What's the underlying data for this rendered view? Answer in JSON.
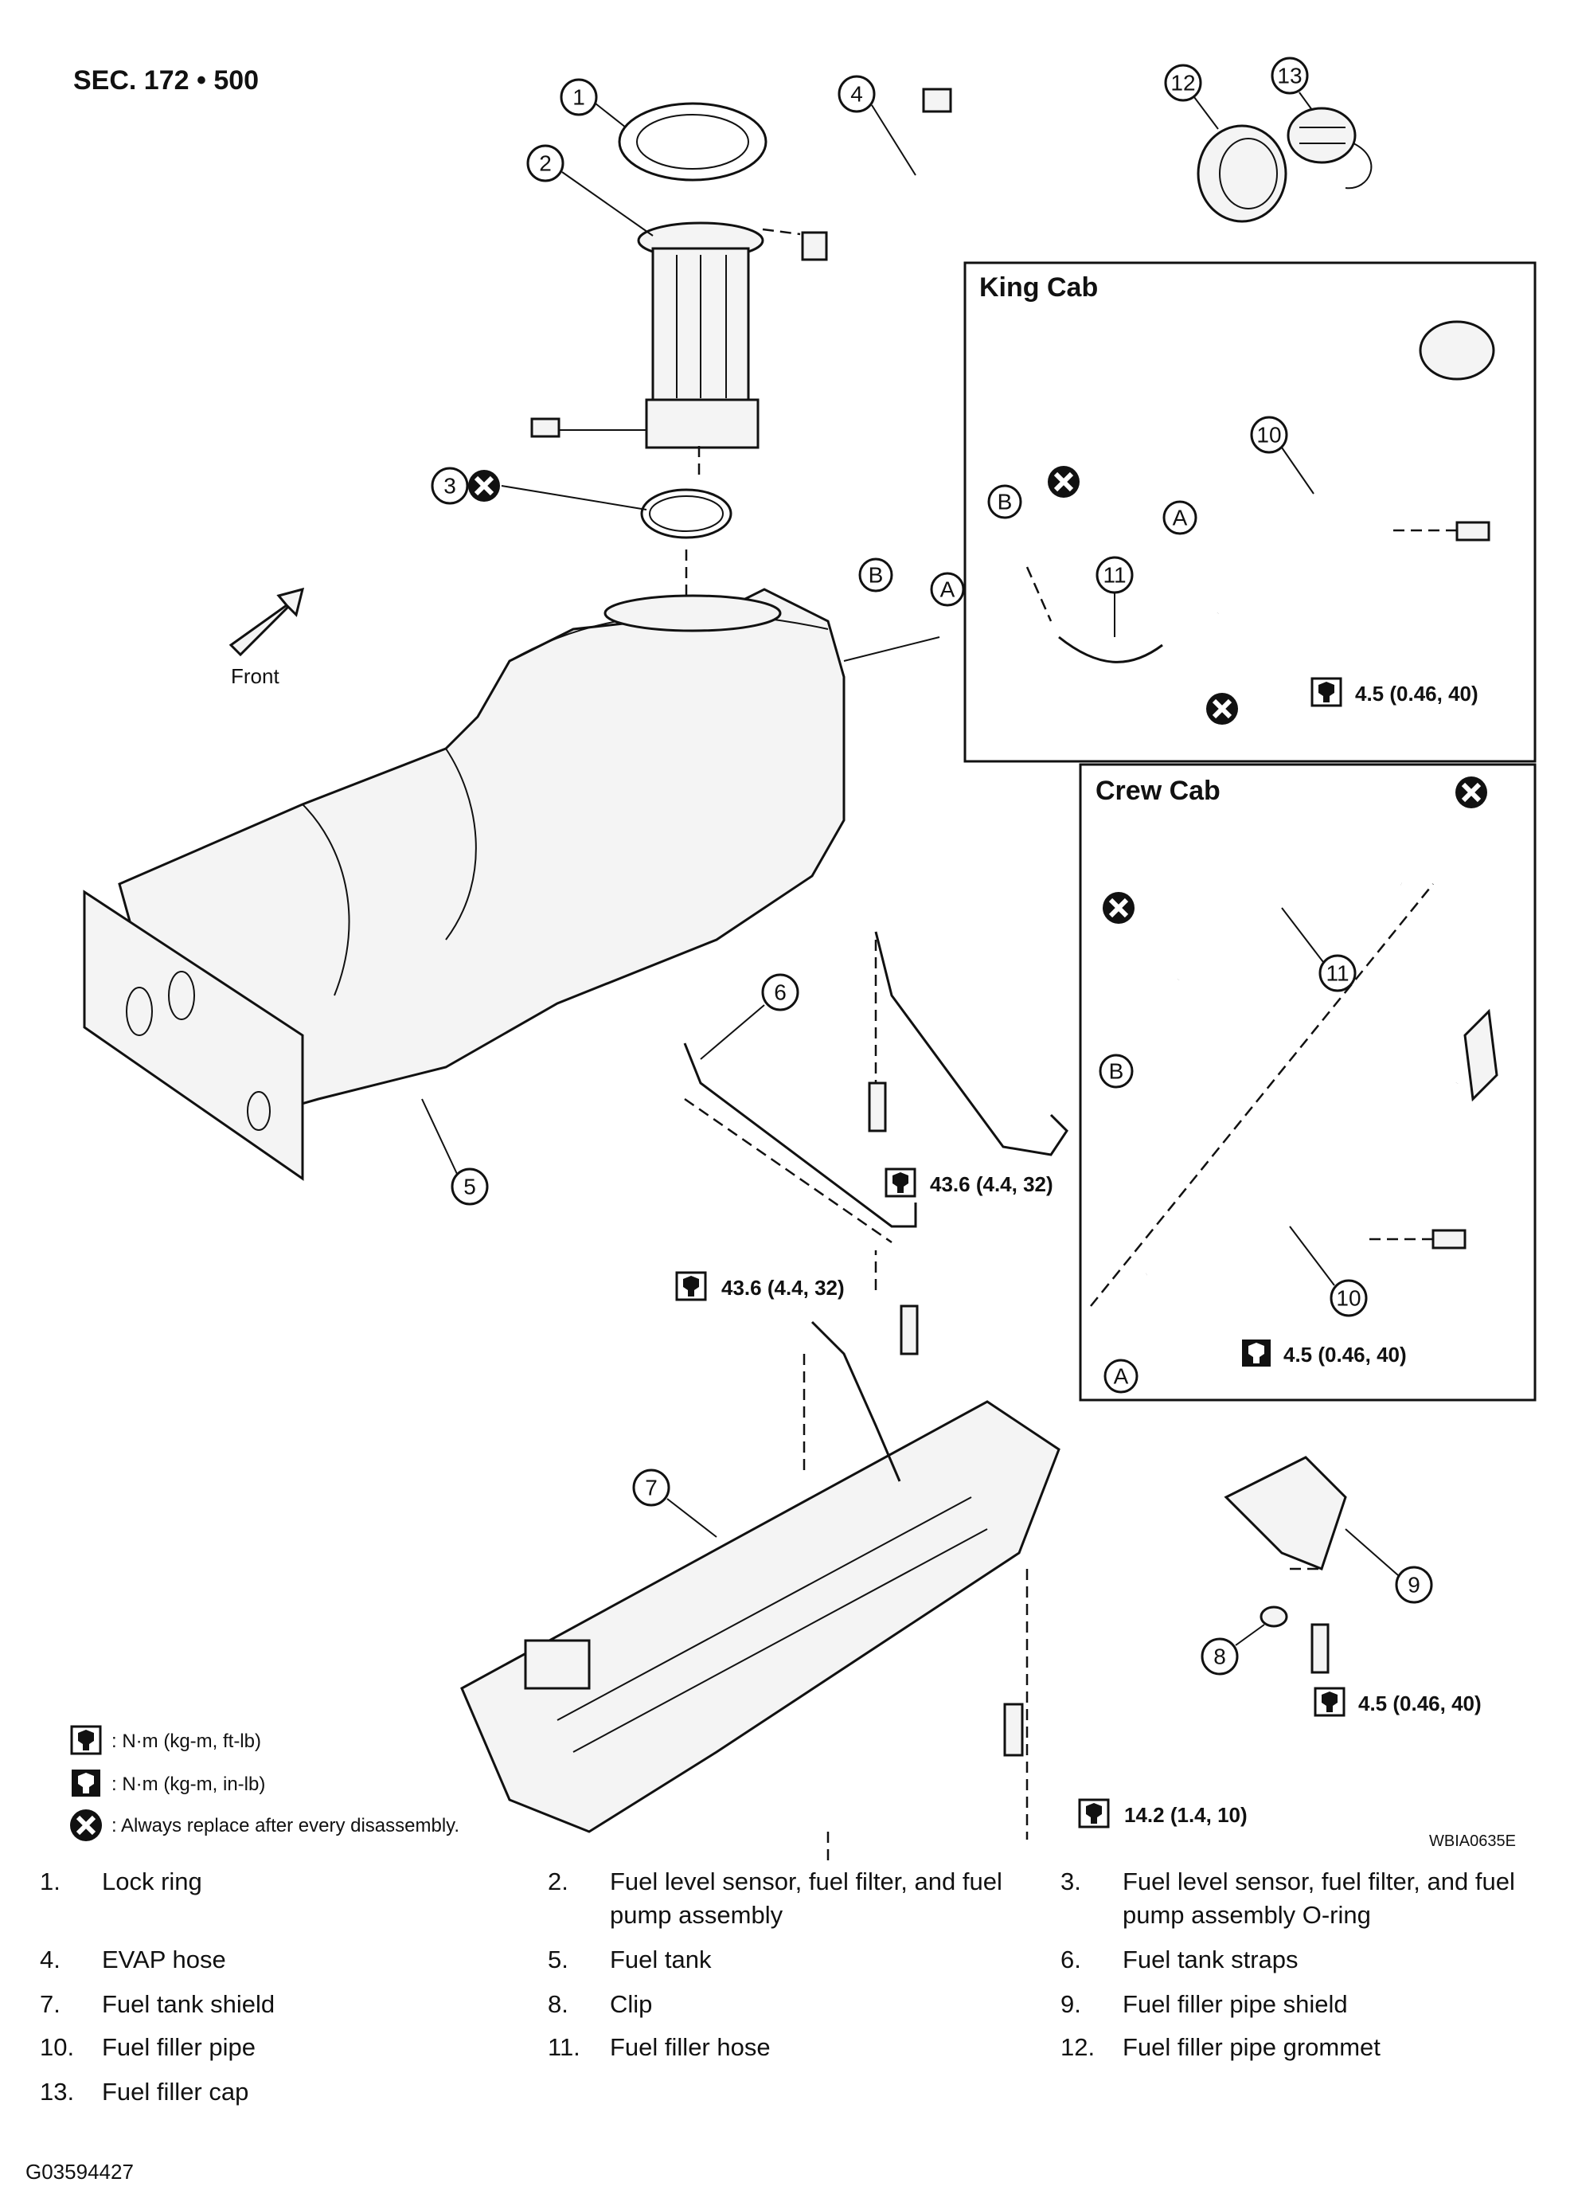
{
  "section_title": "SEC. 172 • 500",
  "figure_code": "WBIA0635E",
  "document_code": "G03594427",
  "direction_label": "Front",
  "inset_king_cab": {
    "title": "King Cab"
  },
  "inset_crew_cab": {
    "title": "Crew Cab"
  },
  "torque_specs": {
    "straps_upper": "43.6 (4.4, 32)",
    "straps_lower": "43.6 (4.4, 32)",
    "shield": "14.2 (1.4, 10)",
    "filler_pipe_shield": "4.5 (0.46, 40)",
    "king_cab_filler": "4.5 (0.46, 40)",
    "crew_cab_filler": "4.5 (0.46, 40)"
  },
  "symbol_legend": {
    "torque_ftlb": ": N·m (kg-m, ft-lb)",
    "torque_inlb": ": N·m (kg-m, in-lb)",
    "replace": ": Always replace after every disassembly."
  },
  "callout_letters": {
    "a": "A",
    "b": "B"
  },
  "callouts": [
    "1",
    "2",
    "3",
    "4",
    "5",
    "6",
    "7",
    "8",
    "9",
    "10",
    "11",
    "12",
    "13"
  ],
  "parts_list": [
    {
      "num": "1.",
      "name": "Lock ring"
    },
    {
      "num": "2.",
      "name": "Fuel level sensor, fuel filter, and fuel pump assembly"
    },
    {
      "num": "3.",
      "name": "Fuel level sensor, fuel filter, and fuel pump assembly O-ring"
    },
    {
      "num": "4.",
      "name": "EVAP hose"
    },
    {
      "num": "5.",
      "name": "Fuel tank"
    },
    {
      "num": "6.",
      "name": "Fuel tank straps"
    },
    {
      "num": "7.",
      "name": "Fuel tank shield"
    },
    {
      "num": "8.",
      "name": "Clip"
    },
    {
      "num": "9.",
      "name": "Fuel filler pipe shield"
    },
    {
      "num": "10.",
      "name": "Fuel filler pipe"
    },
    {
      "num": "11.",
      "name": "Fuel filler hose"
    },
    {
      "num": "12.",
      "name": "Fuel filler pipe grommet"
    },
    {
      "num": "13.",
      "name": "Fuel filler cap"
    }
  ]
}
